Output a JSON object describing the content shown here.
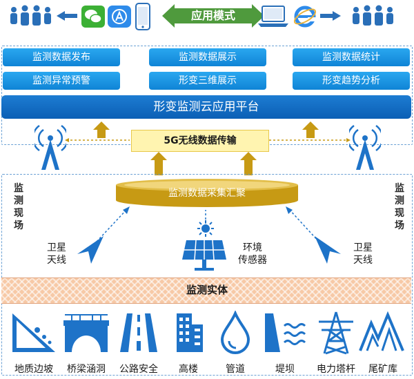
{
  "top": {
    "mode_label": "应用模式"
  },
  "functions": [
    {
      "label": "监测数据发布"
    },
    {
      "label": "监测数据展示"
    },
    {
      "label": "监测数据统计"
    },
    {
      "label": "监测异常预警"
    },
    {
      "label": "形变三维展示"
    },
    {
      "label": "形变趋势分析"
    }
  ],
  "platform": {
    "label": "形变监测云应用平台"
  },
  "transfer": {
    "label": "5G无线数据传输"
  },
  "site": {
    "left_label": "监测现场",
    "right_label": "监测现场"
  },
  "collect": {
    "label": "监测数据采集汇聚"
  },
  "devices": {
    "sat_left": "卫星\n天线",
    "sat_right": "卫星\n天线",
    "env": "环境\n传感器"
  },
  "entity": {
    "label": "监测实体"
  },
  "objects": [
    {
      "label": "地质边坡",
      "icon": "landslide-icon"
    },
    {
      "label": "桥梁涵洞",
      "icon": "bridge-icon"
    },
    {
      "label": "公路安全",
      "icon": "road-icon"
    },
    {
      "label": "高楼",
      "icon": "building-icon"
    },
    {
      "label": "管道",
      "icon": "drop-icon"
    },
    {
      "label": "堤坝",
      "icon": "dam-icon"
    },
    {
      "label": "电力塔杆",
      "icon": "power-tower-icon"
    },
    {
      "label": "尾矿库",
      "icon": "tailings-icon"
    }
  ],
  "colors": {
    "blue": "#1e73c8",
    "light_blue": "#2aa7f0",
    "gold": "#c79a14",
    "green": "#4f9a3d",
    "entity": "#f7c9a6"
  }
}
